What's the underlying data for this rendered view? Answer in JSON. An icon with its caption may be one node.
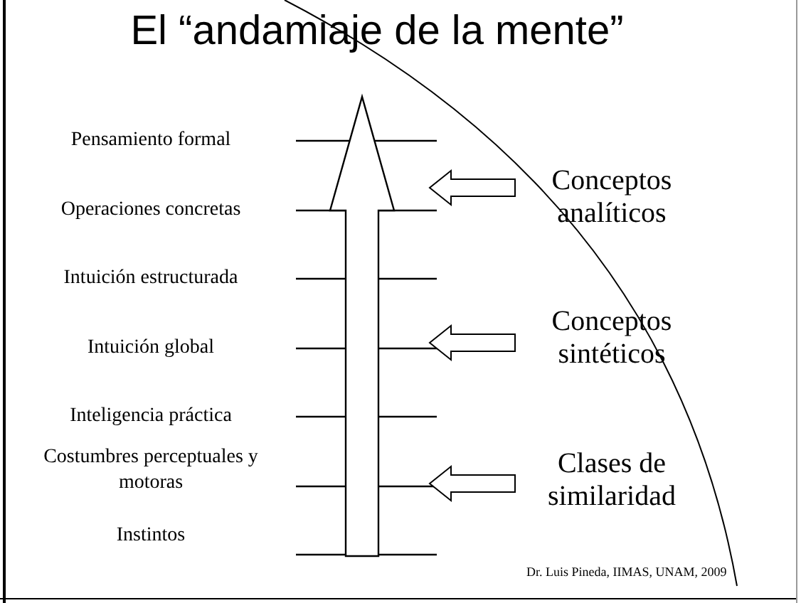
{
  "diagram": {
    "title": "El “andamiaje de la mente”",
    "nodes": [
      {
        "text": [
          "Conceptos analíticos"
        ]
      },
      {
        "text": [
          "Conceptos sintéticos"
        ]
      },
      {
        "text": [
          "Clases de similaridad"
        ]
      }
    ],
    "edges": [
      {
        "from": 0,
        "to": null,
        "arrow": "to"
      },
      {
        "from": 1,
        "to": null,
        "arrow": "to"
      },
      {
        "from": 2,
        "to": null,
        "arrow": "to"
      }
    ],
    "labels": [
      "Pensamiento formal",
      "Operaciones concretas",
      "Intuición estructurada",
      "Intuición global",
      "Inteligencia práctica",
      "Costumbres perceptuales y motoras",
      "Instintos",
      "Dr. Luis Pineda, IIMAS, UNAM, 2009"
    ]
  }
}
